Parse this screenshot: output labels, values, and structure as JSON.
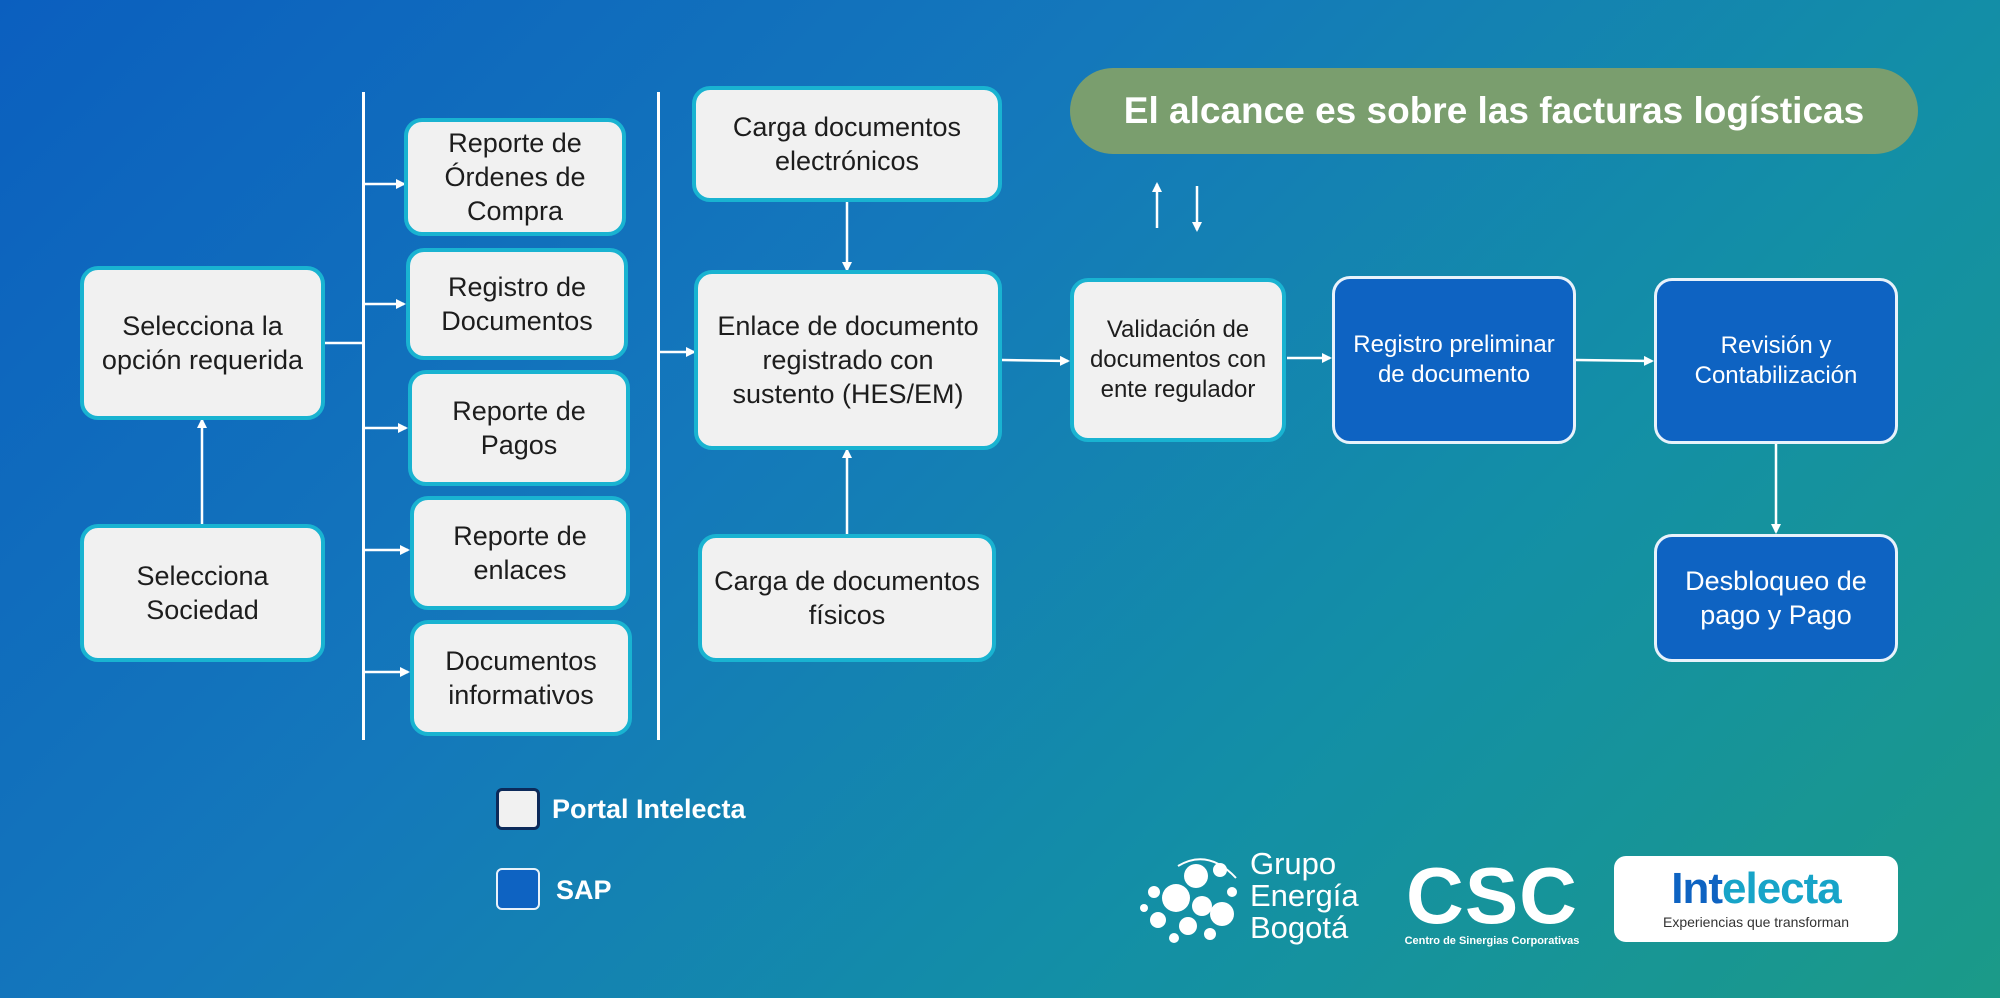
{
  "banner": "El alcance es sobre las facturas logísticas",
  "boxes": {
    "selecciona_opcion": "Selecciona la opción requerida",
    "selecciona_sociedad": "Selecciona Sociedad",
    "reporte_ordenes": "Reporte de Órdenes de Compra",
    "registro_documentos": "Registro de Documentos",
    "reporte_pagos": "Reporte de Pagos",
    "reporte_enlaces": "Reporte de enlaces",
    "documentos_informativos": "Documentos informativos",
    "carga_electronicos": "Carga documentos electrónicos",
    "enlace_documento": "Enlace de documento registrado con sustento (HES/EM)",
    "carga_fisicos": "Carga de documentos físicos",
    "validacion": "Validación de documentos con ente regulador",
    "registro_preliminar": "Registro preliminar de documento",
    "revision": "Revisión y Contabilización",
    "desbloqueo": "Desbloqueo de pago y Pago"
  },
  "legend": [
    {
      "label": "Portal Intelecta",
      "color": "#f1f1f1"
    },
    {
      "label": "SAP",
      "color": "#0e63c2"
    }
  ],
  "colors": {
    "portal_box": "#f1f1f1",
    "sap_box": "#0e63c2",
    "box_border": "#19b3d1",
    "banner": "#7a9e6e"
  },
  "logos": {
    "geb_line1": "Grupo",
    "geb_line2": "Energía",
    "geb_line3": "Bogotá",
    "csc_name": "CSC",
    "csc_tagline": "Centro de Sinergias Corporativas",
    "intelecta_a": "Int",
    "intelecta_b": "electa",
    "intelecta_tagline": "Experiencias que transforman"
  }
}
